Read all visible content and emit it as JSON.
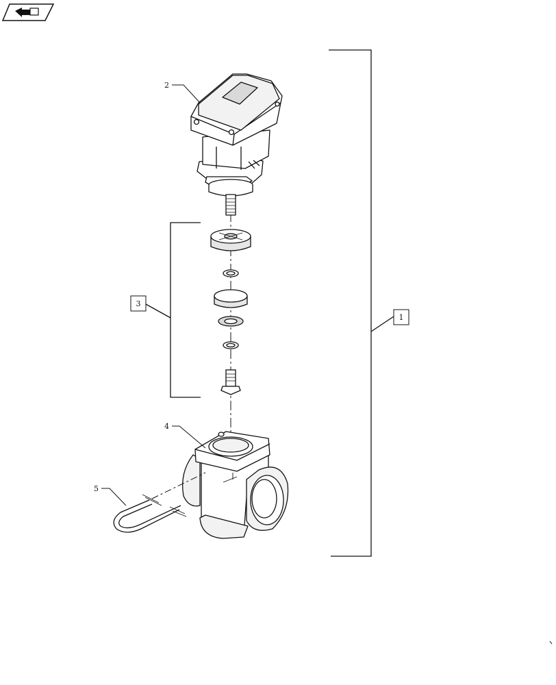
{
  "nav": {
    "icon": "back-arrow-icon"
  },
  "callouts": {
    "item1": "1",
    "item2": "2",
    "item3": "3",
    "item4": "4",
    "item5": "5"
  },
  "colors": {
    "line": "#111111",
    "shade": "#d9d9d9",
    "background": "#ffffff"
  }
}
